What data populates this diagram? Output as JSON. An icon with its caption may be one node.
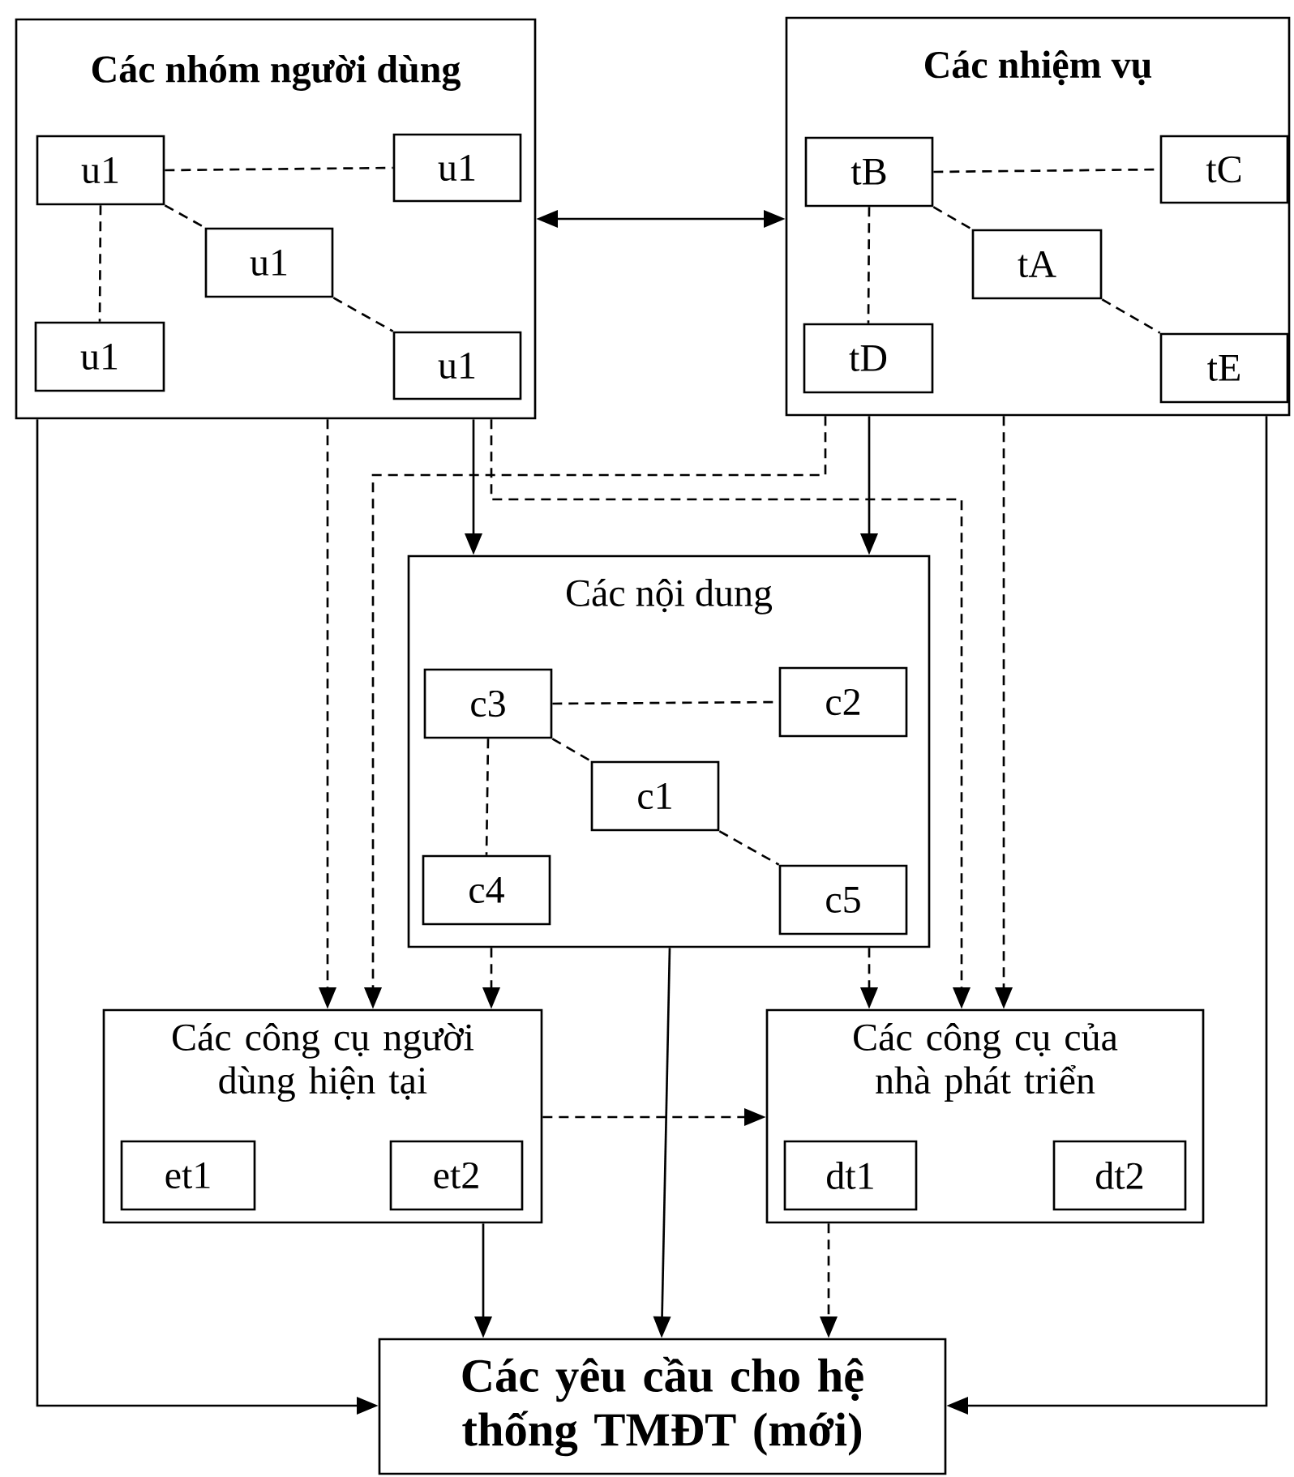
{
  "diagram": {
    "nodes": [
      {
        "text": [
          "Các nhóm người dùng"
        ]
      },
      {
        "text": [
          "u1"
        ],
        "in": 0
      },
      {
        "text": [
          "u1"
        ],
        "in": 0
      },
      {
        "text": [
          "u1"
        ],
        "in": 0
      },
      {
        "text": [
          "u1"
        ],
        "in": 0
      },
      {
        "text": [
          "u1"
        ],
        "in": 0
      },
      {
        "text": [
          "Các nhiệm vụ"
        ]
      },
      {
        "text": [
          "tB"
        ],
        "in": 6
      },
      {
        "text": [
          "tC"
        ],
        "in": 6
      },
      {
        "text": [
          "tA"
        ],
        "in": 6
      },
      {
        "text": [
          "tD"
        ],
        "in": 6
      },
      {
        "text": [
          "tE"
        ],
        "in": 6
      },
      {
        "text": [
          "Các nội dung"
        ]
      },
      {
        "text": [
          "c3"
        ],
        "in": 12
      },
      {
        "text": [
          "c2"
        ],
        "in": 12
      },
      {
        "text": [
          "c1"
        ],
        "in": 12
      },
      {
        "text": [
          "c4"
        ],
        "in": 12
      },
      {
        "text": [
          "c5"
        ],
        "in": 12
      },
      {
        "text": [
          "Các công cụ người dùng hiện tại"
        ]
      },
      {
        "text": [
          "et1"
        ],
        "in": 18
      },
      {
        "text": [
          "et2"
        ],
        "in": 18
      },
      {
        "text": [
          "Các công cụ của nhà phát triển"
        ]
      },
      {
        "text": [
          "dt1"
        ],
        "in": 21
      },
      {
        "text": [
          "dt2"
        ],
        "in": 21
      },
      {
        "text": [
          "Các yêu cầu cho hệ thống TMĐT (mới)"
        ]
      }
    ],
    "edges": [
      {
        "from": 1,
        "to": 2,
        "arrow": "none",
        "style": "dashed"
      },
      {
        "from": 1,
        "to": 3,
        "arrow": "none",
        "style": "dashed"
      },
      {
        "from": 3,
        "to": 5,
        "arrow": "none",
        "style": "dashed"
      },
      {
        "from": 1,
        "to": 4,
        "arrow": "none",
        "style": "dashed"
      },
      {
        "from": 7,
        "to": 8,
        "arrow": "none",
        "style": "dashed"
      },
      {
        "from": 7,
        "to": 9,
        "arrow": "none",
        "style": "dashed"
      },
      {
        "from": 9,
        "to": 11,
        "arrow": "none",
        "style": "dashed"
      },
      {
        "from": 7,
        "to": 10,
        "arrow": "none",
        "style": "dashed"
      },
      {
        "from": 13,
        "to": 14,
        "arrow": "none",
        "style": "dashed"
      },
      {
        "from": 13,
        "to": 15,
        "arrow": "none",
        "style": "dashed"
      },
      {
        "from": 15,
        "to": 17,
        "arrow": "none",
        "style": "dashed"
      },
      {
        "from": 13,
        "to": 16,
        "arrow": "none",
        "style": "dashed"
      },
      {
        "from": 0,
        "to": 6,
        "arrow": "both"
      },
      {
        "from": 0,
        "to": 12,
        "arrow": "to"
      },
      {
        "from": 6,
        "to": 12,
        "arrow": "to"
      },
      {
        "from": 0,
        "to": 18,
        "arrow": "to",
        "style": "dashed"
      },
      {
        "from": 6,
        "to": 18,
        "arrow": "to",
        "style": "dashed"
      },
      {
        "from": 0,
        "to": 21,
        "arrow": "to",
        "style": "dashed"
      },
      {
        "from": 6,
        "to": 21,
        "arrow": "to",
        "style": "dashed"
      },
      {
        "from": 12,
        "to": 18,
        "arrow": "to",
        "style": "dashed"
      },
      {
        "from": 12,
        "to": 21,
        "arrow": "to",
        "style": "dashed"
      },
      {
        "from": 18,
        "to": 21,
        "arrow": "to",
        "style": "dashed"
      },
      {
        "from": 0,
        "to": 24,
        "arrow": "to"
      },
      {
        "from": 12,
        "to": 24,
        "arrow": "to"
      },
      {
        "from": 18,
        "to": 24,
        "arrow": "to"
      },
      {
        "from": 21,
        "to": 24,
        "arrow": "to",
        "style": "dashed"
      },
      {
        "from": 6,
        "to": 24,
        "arrow": "to"
      }
    ]
  }
}
